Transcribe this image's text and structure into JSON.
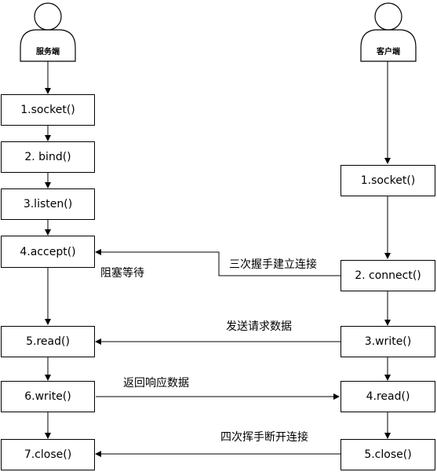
{
  "actors": {
    "server": "服务端",
    "client": "客户端"
  },
  "server_steps": [
    "1.socket()",
    "2. bind()",
    "3.listen()",
    "4.accept()",
    "5.read()",
    "6.write()",
    "7.close()"
  ],
  "client_steps": [
    "1.socket()",
    "2. connect()",
    "3.write()",
    "4.read()",
    "5.close()"
  ],
  "messages": {
    "handshake": "三次握手建立连接",
    "blocking": "阻塞等待",
    "send_request": "发送请求数据",
    "return_response": "返回响应数据",
    "teardown": "四次挥手断开连接"
  }
}
